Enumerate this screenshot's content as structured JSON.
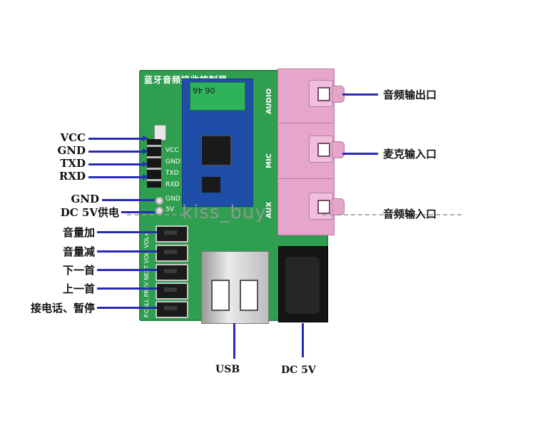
{
  "board": {
    "title": "蓝牙音频接收控制器",
    "antenna_marking": "06 46",
    "header_silk": [
      "VCC",
      "GND",
      "TXD",
      "RXD"
    ],
    "power_silk": [
      "GND",
      "5V"
    ],
    "button_silk": "P.CALL PREV NEXT VOL- VOL+",
    "jack_silk": [
      "AUDIO",
      "MIC",
      "AUX"
    ]
  },
  "left_labels": [
    "VCC",
    "GND",
    "TXD",
    "RXD",
    "GND",
    "DC 5V供电",
    "音量加",
    "音量减",
    "下一首",
    "上一首",
    "接电话、暂停"
  ],
  "right_labels": [
    "音频输出口",
    "麦克输入口",
    "音频输入口"
  ],
  "bottom_labels": [
    "USB",
    "DC 5V"
  ],
  "watermark": "kiss_buy",
  "colors": {
    "pcb": "#2f9e4f",
    "module": "#1e4ea8",
    "jack": "#e6a6cc",
    "pointer_line": "#2a2ab8"
  }
}
